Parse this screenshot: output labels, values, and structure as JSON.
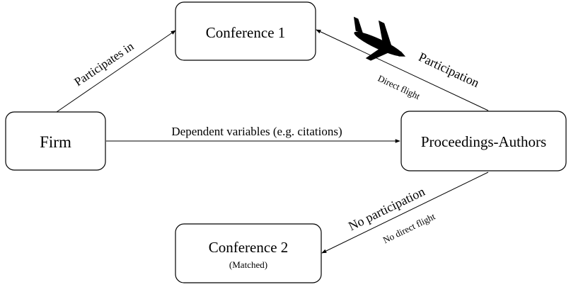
{
  "nodes": {
    "conference1": {
      "label": "Conference 1"
    },
    "firm": {
      "label": "Firm"
    },
    "proceedings_authors": {
      "label": "Proceedings-Authors"
    },
    "conference2": {
      "label": "Conference 2",
      "sublabel": "(Matched)"
    }
  },
  "edges": {
    "firm_to_conference1": {
      "label": "Participates in"
    },
    "firm_to_proceedings": {
      "label": "Dependent variables (e.g. citations)"
    },
    "proceedings_to_conference1": {
      "label": "Participation",
      "sublabel": "Direct flight"
    },
    "proceedings_to_conference2": {
      "label": "No participation",
      "sublabel": "No direct flight"
    }
  },
  "icons": {
    "plane": "airplane-icon"
  }
}
